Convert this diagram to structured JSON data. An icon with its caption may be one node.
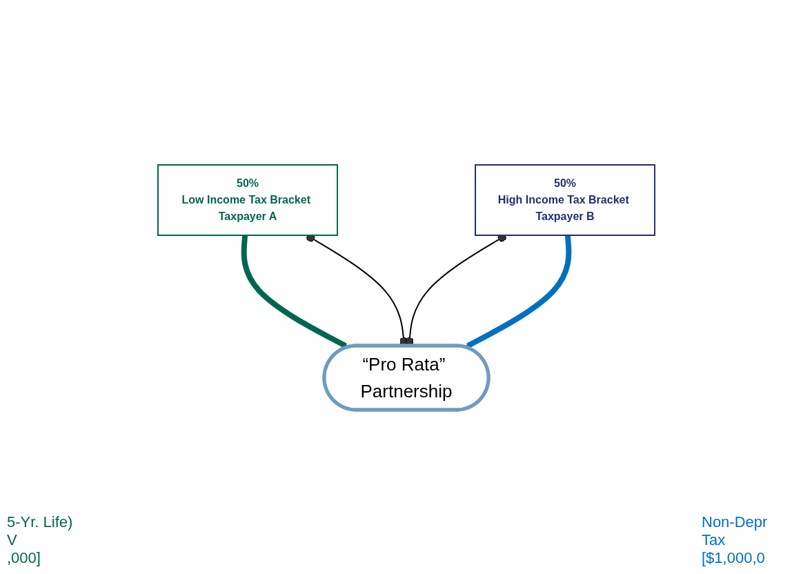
{
  "diagram": {
    "nodes": [
      {
        "text": [
          "50%",
          "Low Income Tax Bracket Taxpayer A"
        ]
      },
      {
        "text": [
          "50%",
          "High Income Tax Bracket Taxpayer B"
        ]
      },
      {
        "text": [
          "“Pro Rata” Partnership"
        ]
      }
    ],
    "edges": [
      {
        "from": 0,
        "to": 2,
        "arrow": "to",
        "style": "thick",
        "color": "#006650"
      },
      {
        "from": 0,
        "to": 2,
        "arrow": "other"
      },
      {
        "from": 1,
        "to": 2,
        "arrow": "other"
      },
      {
        "from": 1,
        "to": 2,
        "arrow": "to",
        "style": "thick",
        "color": "#0070c0"
      }
    ],
    "labels": [
      "5-Yr. Life)",
      "V",
      ",000]",
      "Non-Depr",
      "Tax",
      "[$1,000,0"
    ]
  }
}
